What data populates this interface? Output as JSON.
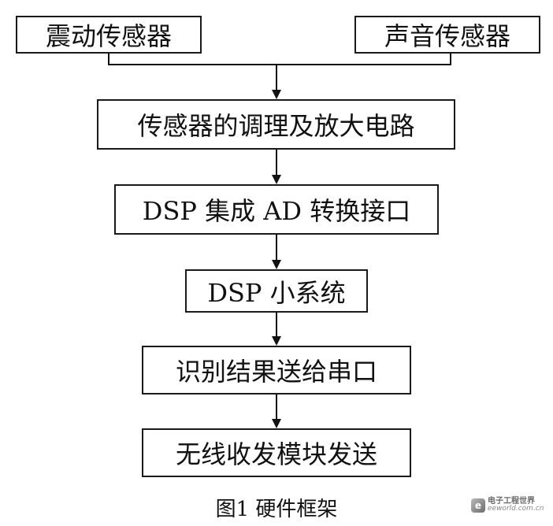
{
  "diagram": {
    "nodes": {
      "vibration_sensor": "震动传感器",
      "sound_sensor": "声音传感器",
      "conditioning_amp": "传感器的调理及放大电路",
      "dsp_ad": "DSP 集成 AD 转换接口",
      "dsp_system": "DSP 小系统",
      "serial_out": "识别结果送给串口",
      "wireless_tx": "无线收发模块发送"
    },
    "edges": [
      [
        "vibration_sensor",
        "conditioning_amp"
      ],
      [
        "sound_sensor",
        "conditioning_amp"
      ],
      [
        "conditioning_amp",
        "dsp_ad"
      ],
      [
        "dsp_ad",
        "dsp_system"
      ],
      [
        "dsp_system",
        "serial_out"
      ],
      [
        "serial_out",
        "wireless_tx"
      ]
    ],
    "caption": "图1  硬件框架"
  },
  "watermark": {
    "site": "电子工程世界",
    "url": "eeworld.com.cn"
  }
}
